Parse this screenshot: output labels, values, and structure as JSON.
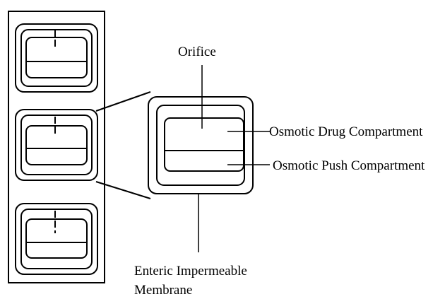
{
  "labels": {
    "orifice": "Orifice",
    "drug_compartment": "Osmotic Drug Compartment",
    "push_compartment": "Osmotic Push Compartment",
    "membrane_line1": "Enteric Impermeable",
    "membrane_line2": "Membrane"
  },
  "colors": {
    "ink": "#000000",
    "background": "#ffffff"
  }
}
